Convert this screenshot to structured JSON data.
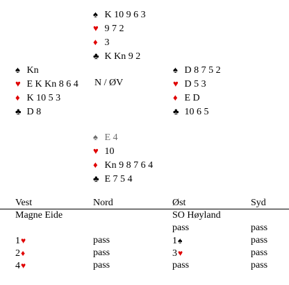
{
  "colors": {
    "red_suit": "#e00000",
    "black_suit": "#000000",
    "muted_card": "#6e6e6e"
  },
  "deal": {
    "north": {
      "spades": "K 10 9 6 3",
      "hearts": "9 7 2",
      "diamonds": "3",
      "clubs": "K Kn 9 2"
    },
    "west": {
      "spades": "Kn",
      "hearts": "E K Kn 8 6 4",
      "diamonds": "K 10 5 3",
      "clubs": "D 8"
    },
    "east": {
      "spades": "D 8 7 5 2",
      "hearts": "D 5 3",
      "diamonds": "E D",
      "clubs": "10 6 5"
    },
    "south": {
      "spades": "E 4",
      "hearts": "10",
      "diamonds": "Kn 9 8 7 6 4",
      "clubs": "E 7 5 4"
    },
    "dealer_vulnerability": "N / ØV",
    "suit_symbols": {
      "spade": "♠",
      "heart": "♥",
      "diamond": "♦",
      "club": "♣"
    }
  },
  "bidding": {
    "headers": [
      "Vest",
      "Nord",
      "Øst",
      "Syd"
    ],
    "players": [
      "Magne Eide",
      "",
      "SO Høyland",
      ""
    ],
    "rows": [
      [
        {
          "text": "",
          "suit": ""
        },
        {
          "text": "",
          "suit": ""
        },
        {
          "text": "pass",
          "suit": ""
        },
        {
          "text": "pass",
          "suit": ""
        }
      ],
      [
        {
          "text": "1",
          "suit": "heart"
        },
        {
          "text": "pass",
          "suit": ""
        },
        {
          "text": "1",
          "suit": "spade"
        },
        {
          "text": "pass",
          "suit": ""
        }
      ],
      [
        {
          "text": "2",
          "suit": "diamond"
        },
        {
          "text": "pass",
          "suit": ""
        },
        {
          "text": "3",
          "suit": "heart"
        },
        {
          "text": "pass",
          "suit": ""
        }
      ],
      [
        {
          "text": "4",
          "suit": "heart"
        },
        {
          "text": "pass",
          "suit": ""
        },
        {
          "text": "pass",
          "suit": ""
        },
        {
          "text": "pass",
          "suit": ""
        }
      ]
    ]
  }
}
